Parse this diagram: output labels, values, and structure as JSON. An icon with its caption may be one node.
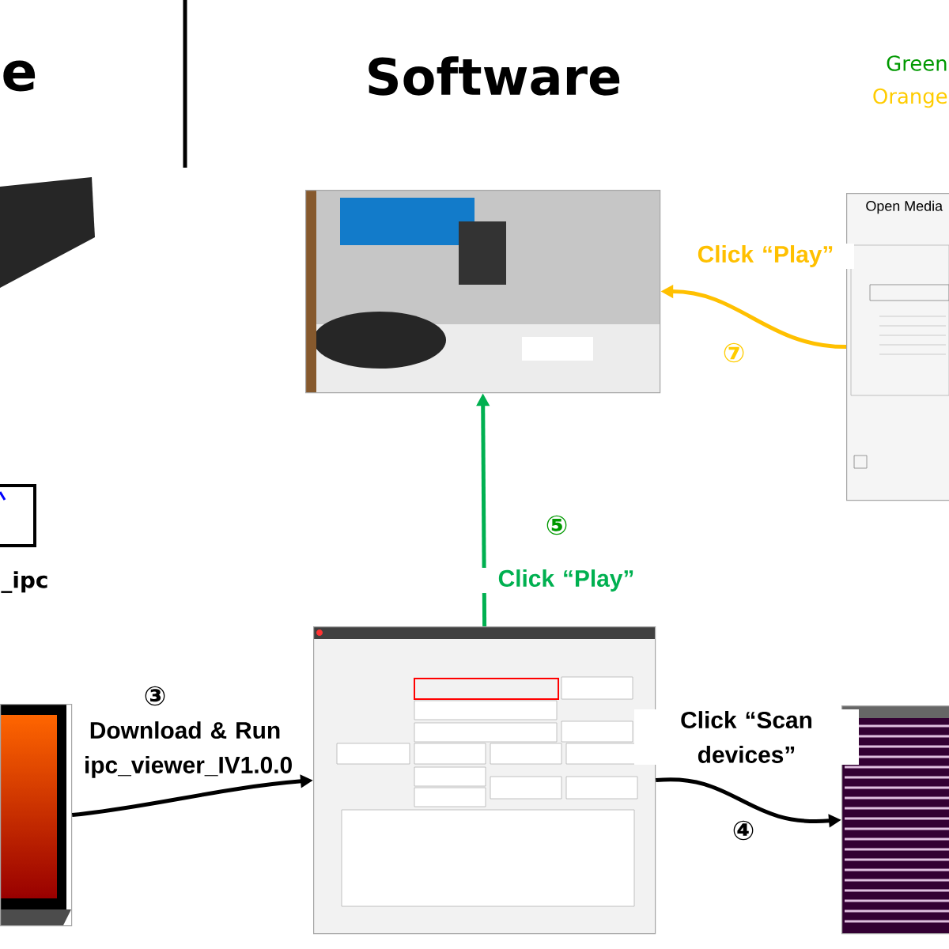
{
  "diagram": {
    "nodes": [
      {
        "text": [],
        "shape": "picture"
      },
      {
        "text": [
          "Open Media"
        ]
      },
      {
        "text": [],
        "shape": "picture"
      },
      {
        "text": [],
        "shape": "picture"
      },
      {
        "text": [],
        "shape": "picture"
      }
    ],
    "edges": [
      {
        "from": 2,
        "to": 3,
        "arrow": "to",
        "label": "Download & Run ipc_viewer_IV1.0.0"
      },
      {
        "from": 3,
        "to": 4,
        "arrow": "to",
        "label": "Click “Scan devices”"
      },
      {
        "from": 3,
        "to": 0,
        "arrow": "to",
        "label": "Click “Play”",
        "color": "#00b050"
      },
      {
        "from": 1,
        "to": 0,
        "arrow": "to",
        "label": "Click “Play”",
        "color": "#ffc000"
      }
    ],
    "labels": [
      "e",
      "Software",
      "Green",
      "Orange",
      "⑦",
      "⑤",
      "_ipc",
      "③",
      "④"
    ]
  }
}
